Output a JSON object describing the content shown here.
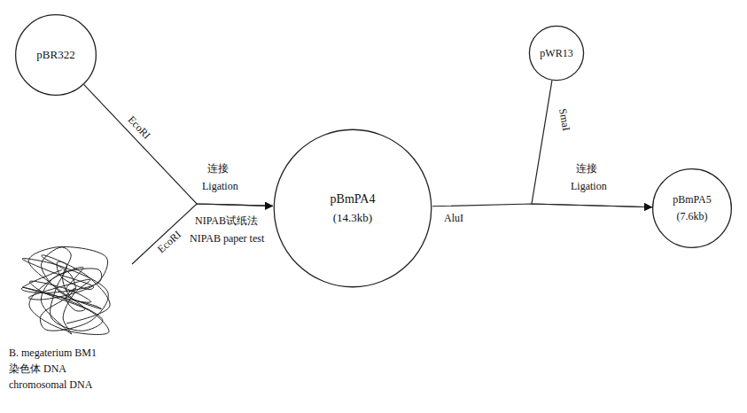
{
  "diagram": {
    "nodes": [
      {
        "text": [
          "pBR322"
        ]
      },
      {
        "text": [
          "B. megaterium BM1",
          "染色体 DNA",
          "chromosomal DNA"
        ]
      },
      {
        "text": [
          "pBmPA4",
          "(14.3kb)"
        ]
      },
      {
        "text": [
          "pWR13"
        ]
      },
      {
        "text": [
          "pBmPA5",
          "(7.6kb)"
        ]
      }
    ],
    "edges": [
      {
        "from": 0,
        "to": 2,
        "arrow": "to",
        "label": "EcoRI"
      },
      {
        "from": 1,
        "to": 2,
        "arrow": "to",
        "label": "EcoRI"
      },
      {
        "from": 2,
        "to": 4,
        "arrow": "to",
        "label": "AluI"
      },
      {
        "from": 3,
        "to": 4,
        "arrow": "to",
        "label": "SmaI"
      }
    ],
    "labels": [
      "连接",
      "Ligation",
      "NIPAB试纸法",
      "NIPAB paper test",
      "连接",
      "Ligation"
    ]
  }
}
